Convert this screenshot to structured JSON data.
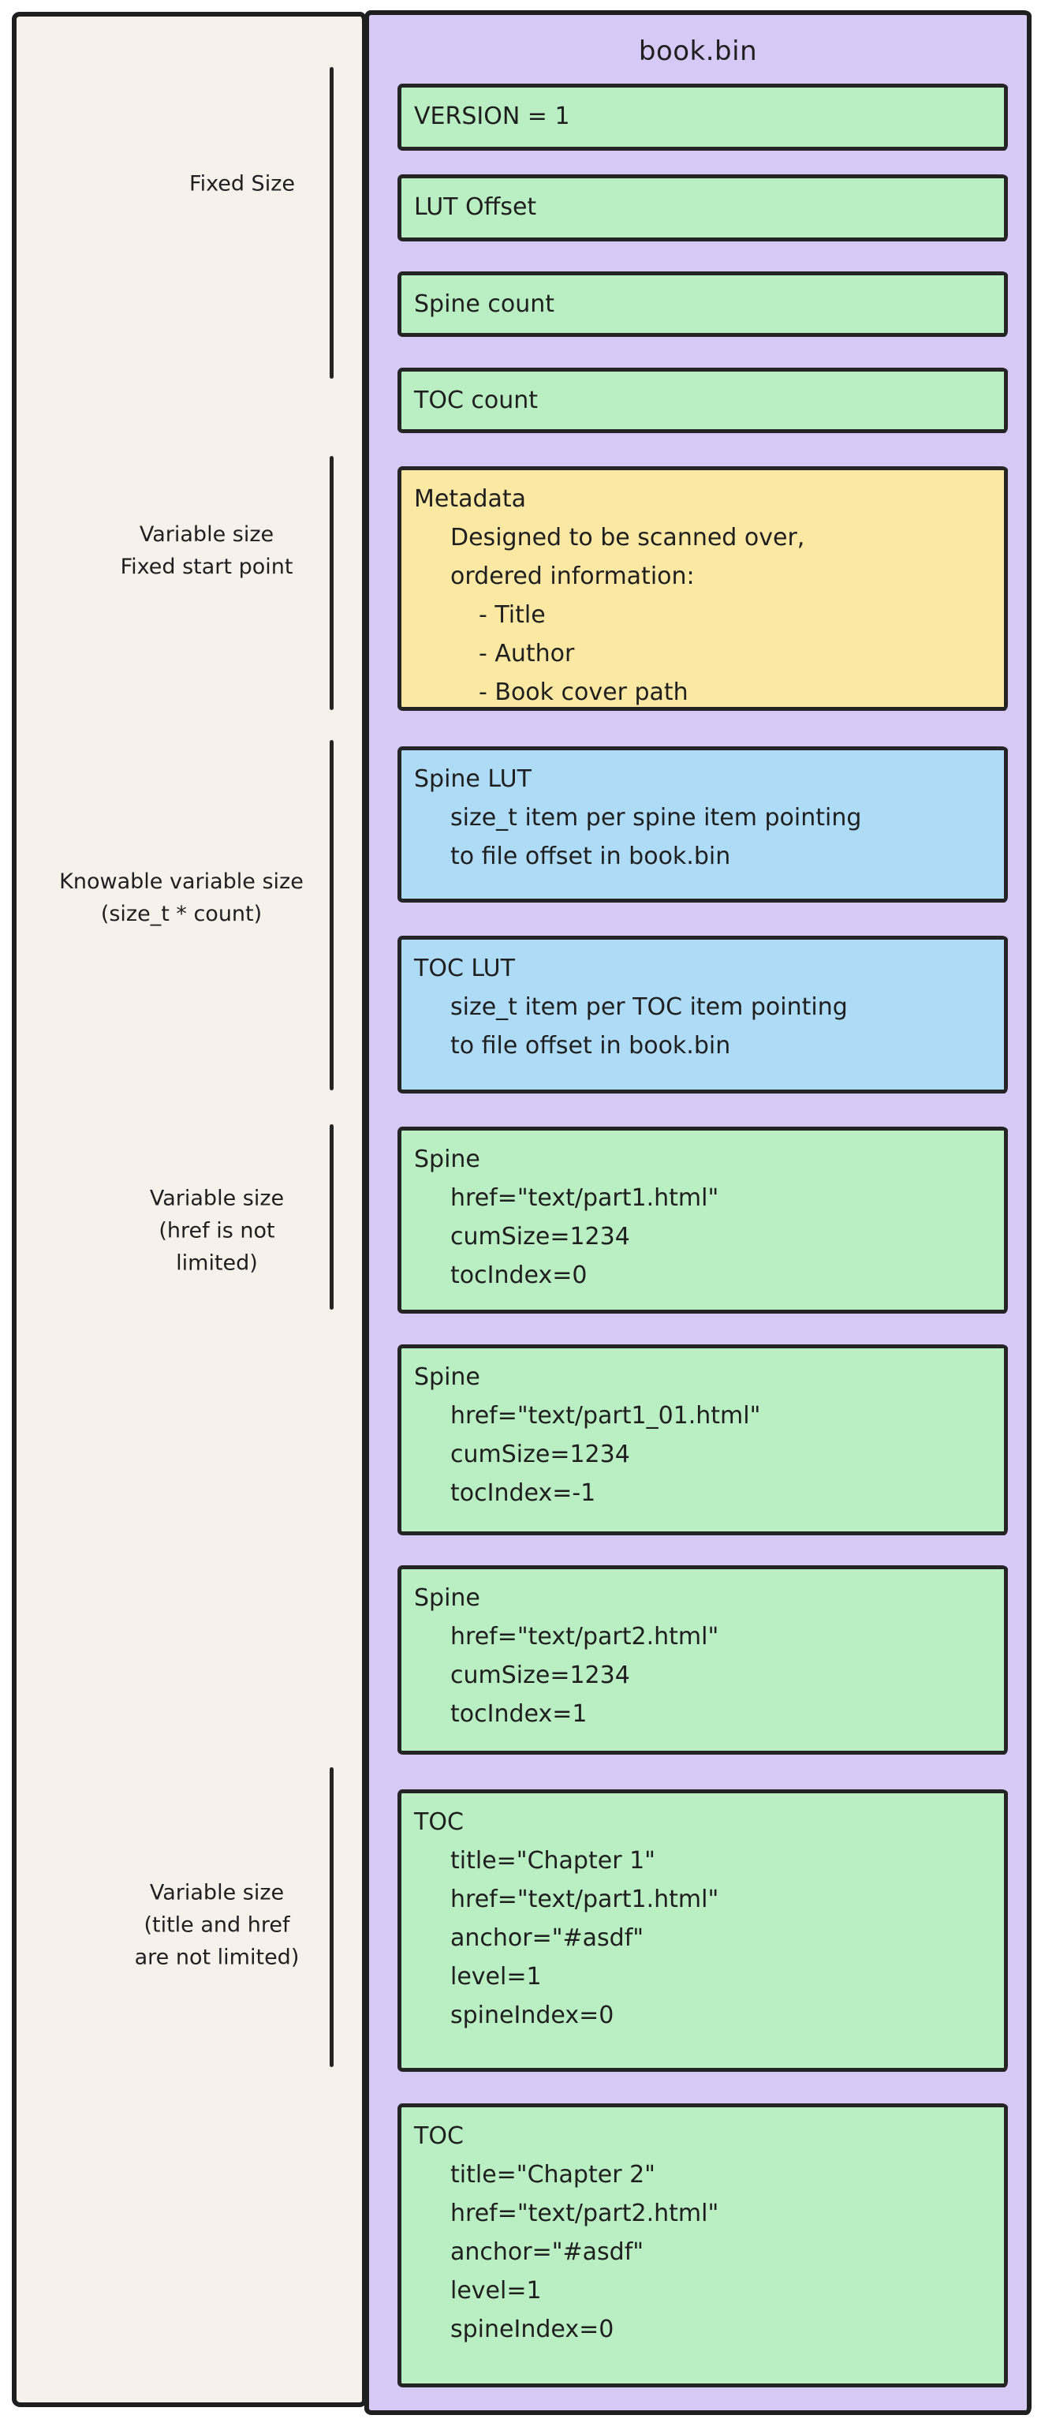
{
  "diagram": {
    "title": "book.bin",
    "colors": {
      "container_fill": "#d6c9f6",
      "left_panel_fill": "#f6f1ea",
      "green_fill": "#baefc3",
      "blue_fill": "#aedcf7",
      "yellow_fill": "#fbe9a3",
      "ink": "#1f1f1f",
      "page_background": "#ffffff"
    },
    "sections": [
      {
        "label": "Fixed Size"
      },
      {
        "label": "Variable size\nFixed start point"
      },
      {
        "label": "Knowable variable size\n(size_t * count)"
      },
      {
        "label": "Variable size\n(href is not\nlimited)"
      },
      {
        "label": "Variable size\n(title and href\nare not limited)"
      }
    ],
    "boxes": [
      {
        "color": "green",
        "lines": [
          {
            "text": "VERSION = 1",
            "indent": 0
          }
        ]
      },
      {
        "color": "green",
        "lines": [
          {
            "text": "LUT Offset",
            "indent": 0
          }
        ]
      },
      {
        "color": "green",
        "lines": [
          {
            "text": "Spine count",
            "indent": 0
          }
        ]
      },
      {
        "color": "green",
        "lines": [
          {
            "text": "TOC count",
            "indent": 0
          }
        ]
      },
      {
        "color": "yellow",
        "lines": [
          {
            "text": "Metadata",
            "indent": 0
          },
          {
            "text": "Designed to be scanned over,",
            "indent": 1
          },
          {
            "text": "ordered information:",
            "indent": 1
          },
          {
            "text": "- Title",
            "indent": 2
          },
          {
            "text": "- Author",
            "indent": 2
          },
          {
            "text": "- Book cover path",
            "indent": 2
          }
        ]
      },
      {
        "color": "blue",
        "lines": [
          {
            "text": "Spine LUT",
            "indent": 0
          },
          {
            "text": "size_t item per spine item pointing",
            "indent": 1
          },
          {
            "text": "to file offset in book.bin",
            "indent": 1
          }
        ]
      },
      {
        "color": "blue",
        "lines": [
          {
            "text": "TOC LUT",
            "indent": 0
          },
          {
            "text": "size_t item per TOC item pointing",
            "indent": 1
          },
          {
            "text": "to file offset in book.bin",
            "indent": 1
          }
        ]
      },
      {
        "color": "green",
        "lines": [
          {
            "text": "Spine",
            "indent": 0
          },
          {
            "text": "href=\"text/part1.html\"",
            "indent": 1
          },
          {
            "text": "cumSize=1234",
            "indent": 1
          },
          {
            "text": "tocIndex=0",
            "indent": 1
          }
        ]
      },
      {
        "color": "green",
        "lines": [
          {
            "text": "Spine",
            "indent": 0
          },
          {
            "text": "href=\"text/part1_01.html\"",
            "indent": 1
          },
          {
            "text": "cumSize=1234",
            "indent": 1
          },
          {
            "text": "tocIndex=-1",
            "indent": 1
          }
        ]
      },
      {
        "color": "green",
        "lines": [
          {
            "text": "Spine",
            "indent": 0
          },
          {
            "text": "href=\"text/part2.html\"",
            "indent": 1
          },
          {
            "text": "cumSize=1234",
            "indent": 1
          },
          {
            "text": "tocIndex=1",
            "indent": 1
          }
        ]
      },
      {
        "color": "green",
        "lines": [
          {
            "text": "TOC",
            "indent": 0
          },
          {
            "text": "title=\"Chapter 1\"",
            "indent": 1
          },
          {
            "text": "href=\"text/part1.html\"",
            "indent": 1
          },
          {
            "text": "anchor=\"#asdf\"",
            "indent": 1
          },
          {
            "text": "level=1",
            "indent": 1
          },
          {
            "text": "spineIndex=0",
            "indent": 1
          }
        ]
      },
      {
        "color": "green",
        "lines": [
          {
            "text": "TOC",
            "indent": 0
          },
          {
            "text": "title=\"Chapter 2\"",
            "indent": 1
          },
          {
            "text": "href=\"text/part2.html\"",
            "indent": 1
          },
          {
            "text": "anchor=\"#asdf\"",
            "indent": 1
          },
          {
            "text": "level=1",
            "indent": 1
          },
          {
            "text": "spineIndex=0",
            "indent": 1
          }
        ]
      }
    ]
  }
}
